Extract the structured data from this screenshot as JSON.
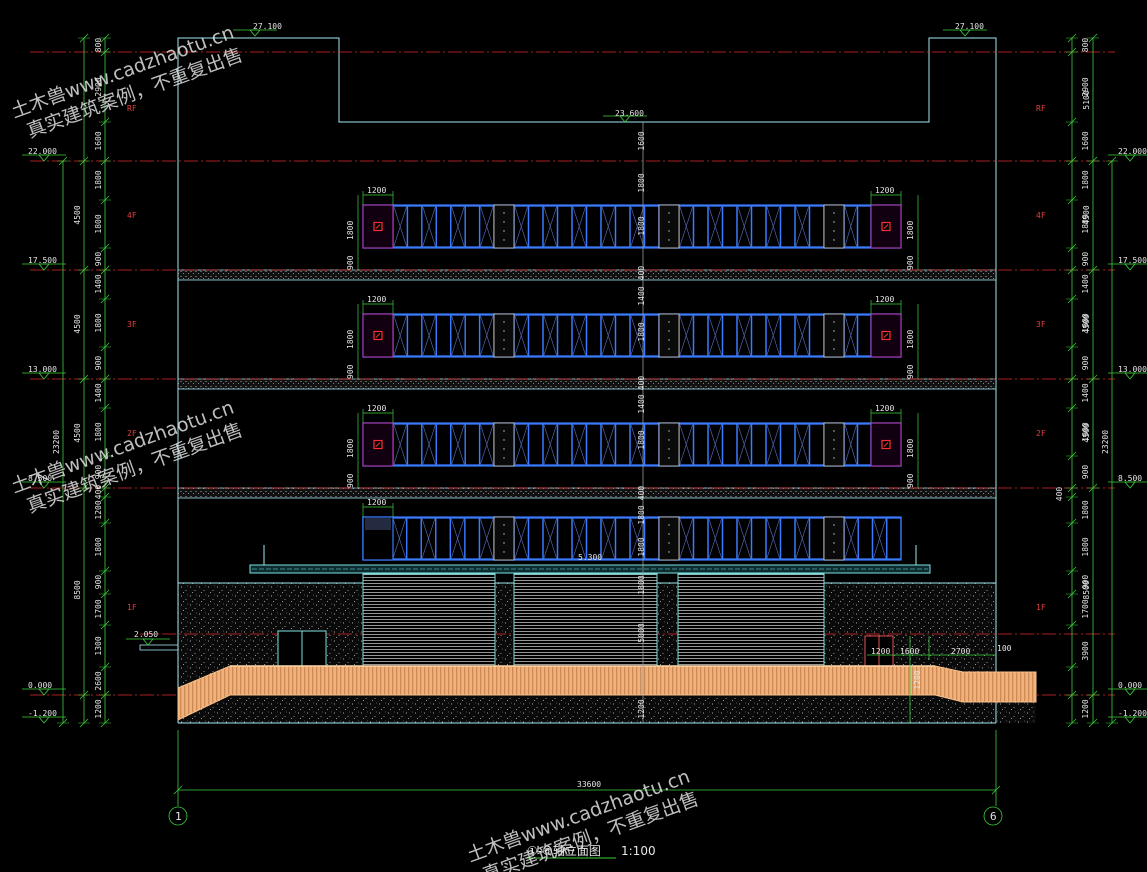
{
  "elevations": {
    "top_left": "27.100",
    "top_right": "27.100",
    "mid_roof": "23.600",
    "left": [
      "22.000",
      "17.500",
      "13.000",
      "8.500",
      "2.050",
      "0.000",
      "-1.200"
    ],
    "right": [
      "22.000",
      "17.500",
      "13.000",
      "8.500",
      "0.000",
      "-1.200"
    ],
    "canopy": "5.300"
  },
  "floor_labels": {
    "rf": "RF",
    "f4": "4F",
    "f3": "3F",
    "f2": "2F",
    "f1": "1F"
  },
  "dims": {
    "left_segments": [
      "800",
      "2900",
      "1600",
      "1800",
      "1800",
      "900",
      "1400",
      "1800",
      "900",
      "1400",
      "1800",
      "900",
      "400",
      "1200",
      "1800",
      "900",
      "1700",
      "1300",
      "2600",
      "1200"
    ],
    "left_groups": [
      "4500",
      "4500",
      "4500",
      "8500"
    ],
    "left_total": "23200",
    "right_segments": [
      "800",
      "2900",
      "1600",
      "1800",
      "1800",
      "900",
      "1400",
      "1800",
      "900",
      "1400",
      "1800",
      "900",
      "1800",
      "1800",
      "900",
      "1700",
      "3900",
      "1200"
    ],
    "right_groups": [
      "5100",
      "4500",
      "4500",
      "4500",
      "8500"
    ],
    "right_total": "23200",
    "window_width": "1200",
    "window_height": "1800",
    "sill": "900",
    "center_col": [
      "1600",
      "1800",
      "1800",
      "400",
      "1400",
      "1800",
      "400",
      "1400",
      "1800",
      "400",
      "1800",
      "1800",
      "1800",
      "5000",
      "1200"
    ],
    "small_400": "400",
    "ramp": [
      "1200",
      "1600",
      "2700",
      "100"
    ],
    "ramp_v": "1200",
    "total_width": "33600"
  },
  "axes": {
    "left": "1",
    "right": "6"
  },
  "title": {
    "text": "①-⑥轴立面图",
    "scale": "1:100"
  },
  "watermark": {
    "line1": "土木兽www.cadzhaotu.cn",
    "line2": "真实建筑案例，不重复出售"
  }
}
